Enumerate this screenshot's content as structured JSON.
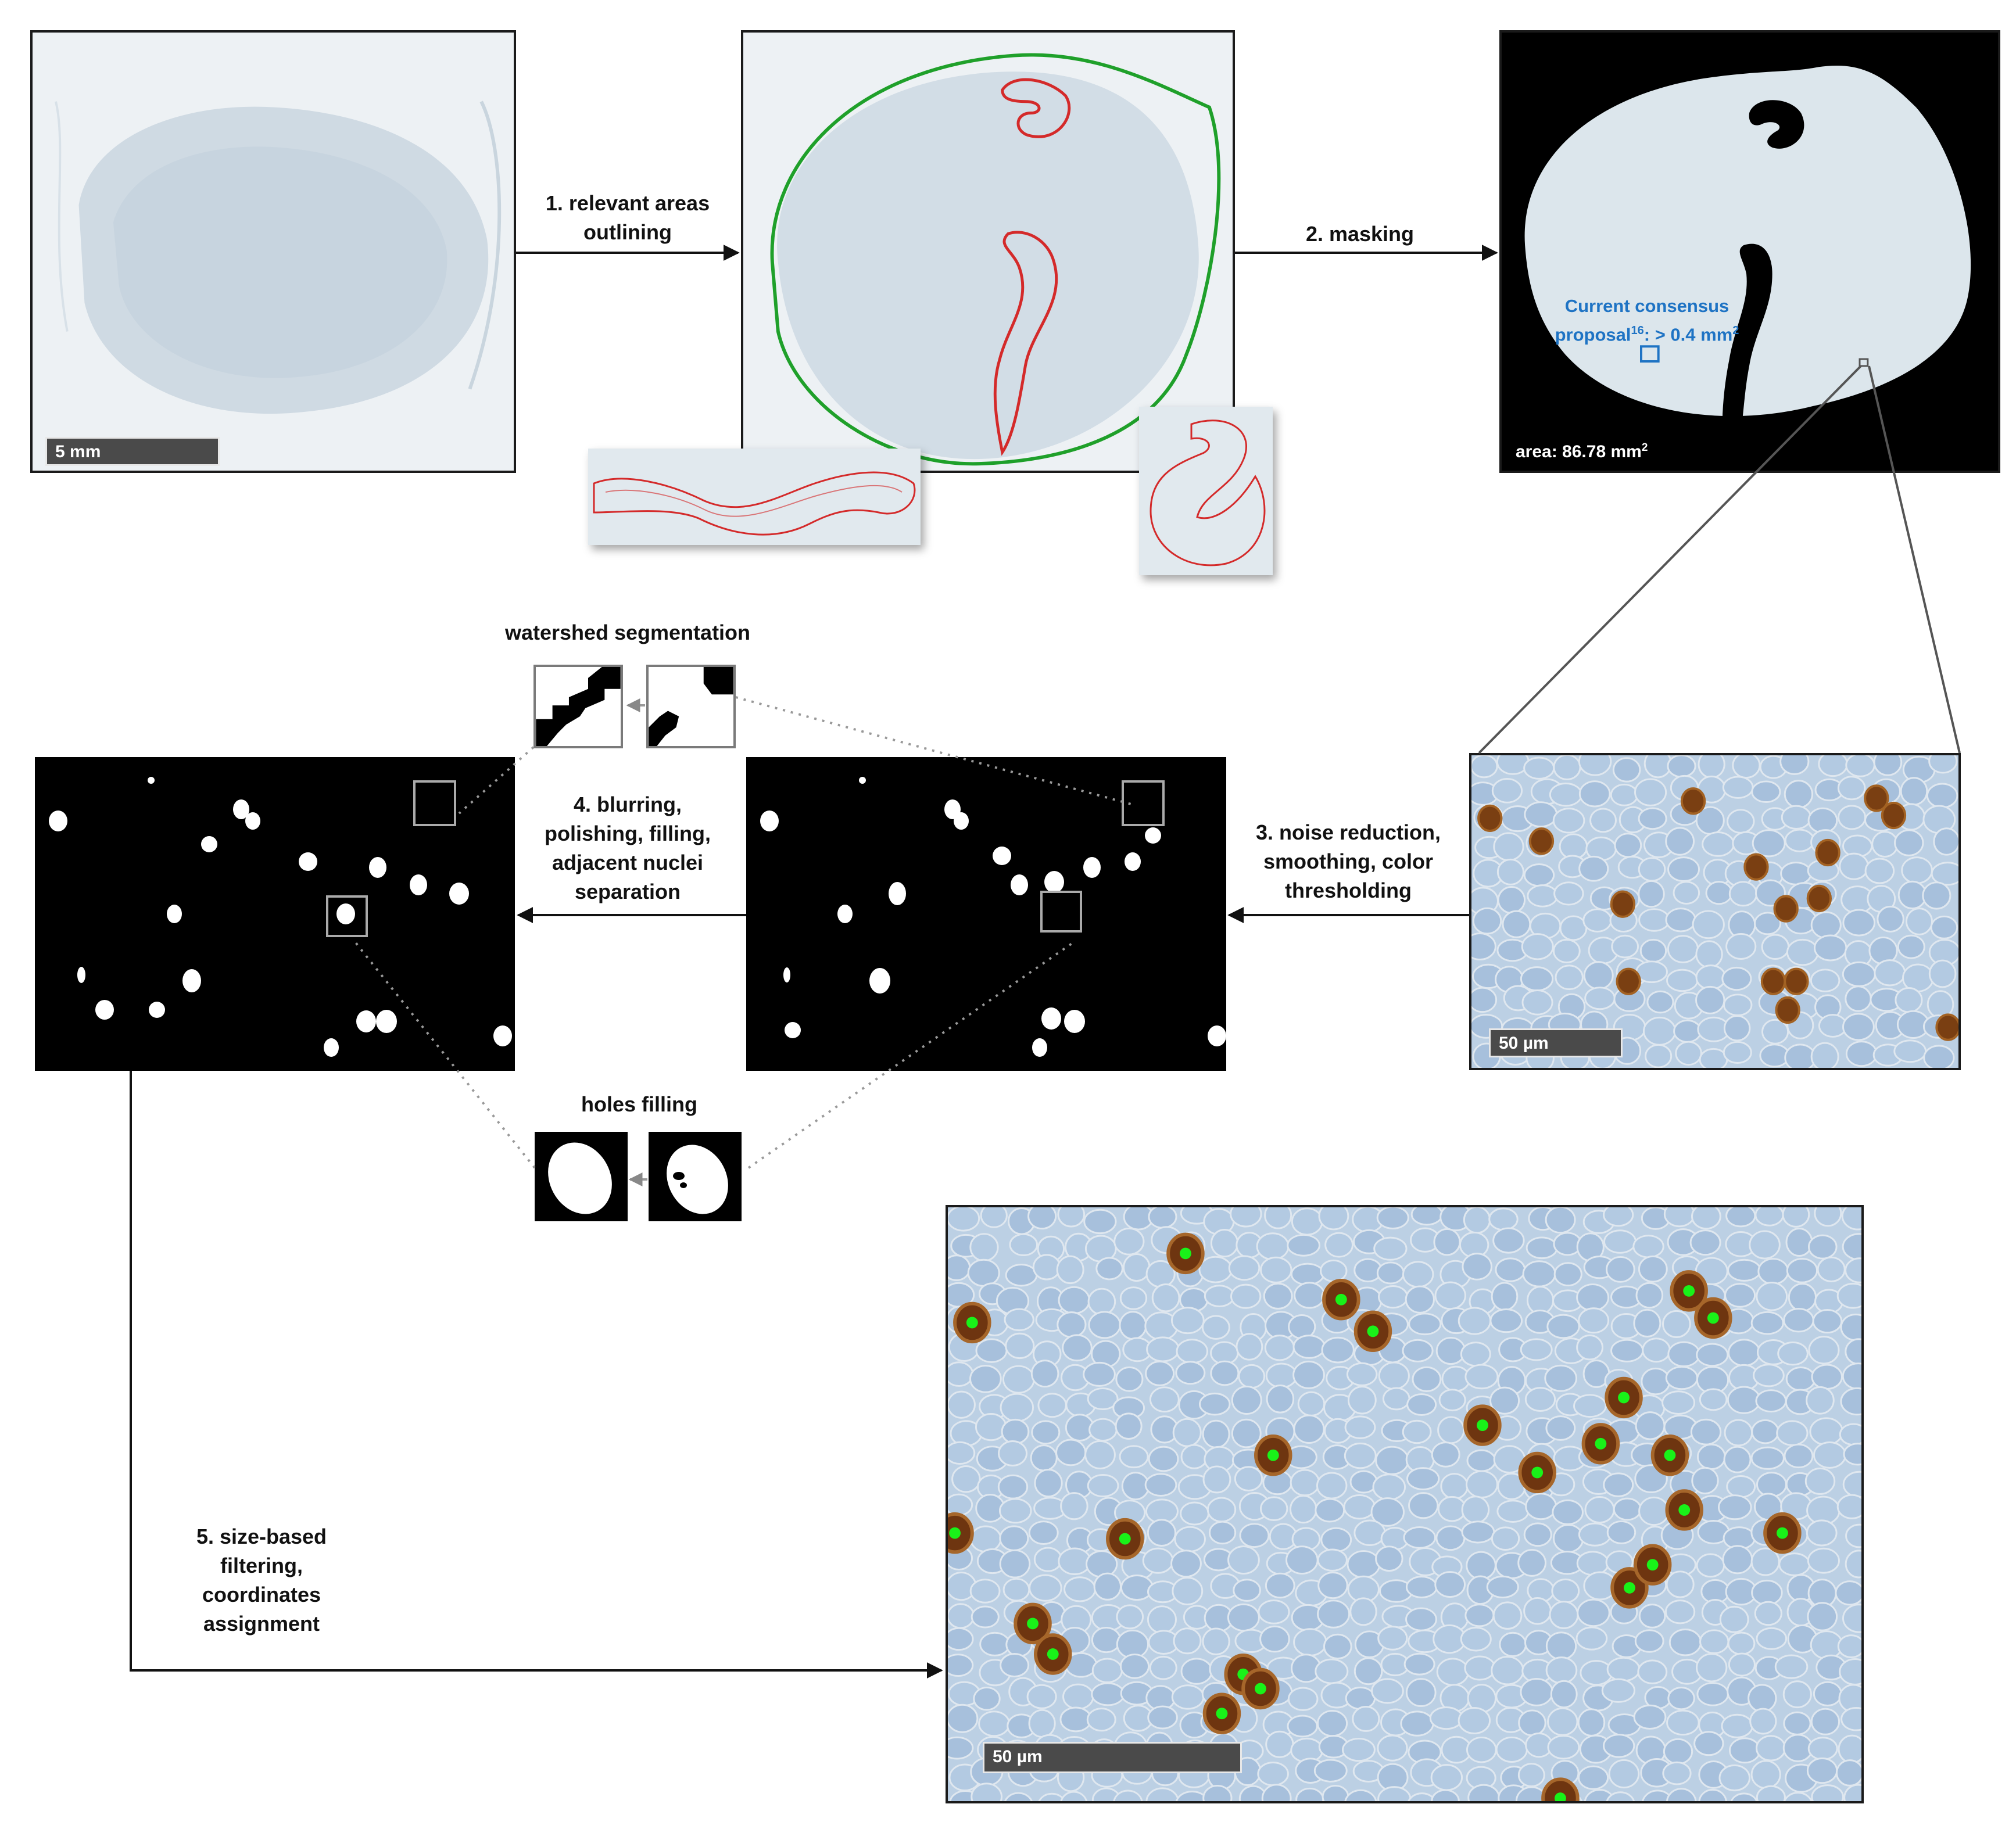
{
  "steps": {
    "step1": "1. relevant areas\noutlining",
    "step2": "2. masking",
    "step3": "3. noise reduction,\nsmoothing, color\nthresholding",
    "step4": "4. blurring,\npolishing, filling,\nadjacent nuclei\nseparation",
    "step5": "5. size-based\nfiltering,\ncoordinates\nassignment"
  },
  "insets": {
    "watershed": "watershed segmentation",
    "holes": "holes filling"
  },
  "scalebars": {
    "slide": "5 mm",
    "micro_small": "50 µm",
    "micro_large": "50 µm"
  },
  "mask_panel": {
    "area_prefix": "area: 86.78 mm",
    "area_sup": "2",
    "consensus_line1": "Current consensus",
    "consensus_prefix": "proposal",
    "consensus_ref": "16",
    "consensus_value": ": > 0.4 mm",
    "consensus_sup": "2"
  },
  "colors": {
    "tissue": "#e7edf1",
    "outline_green": "#1fa02a",
    "outline_red": "#d42a2a",
    "consensus_blue": "#1e73c4",
    "nucleus_brown": "#7a3f12",
    "marker_green": "#19f219",
    "cell_blue": "#a9c3df"
  }
}
